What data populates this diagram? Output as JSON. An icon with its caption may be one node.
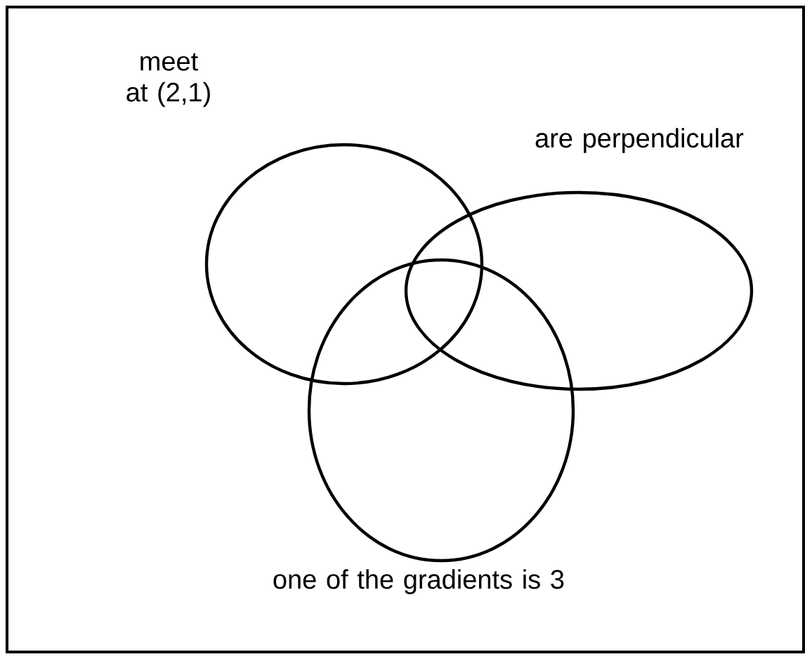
{
  "diagram": {
    "nodes": [
      {
        "text": [
          "meet at (2,1)"
        ]
      },
      {
        "text": [
          "are perpendicular"
        ]
      },
      {
        "text": [
          "one of the gradients is 3"
        ]
      }
    ]
  }
}
